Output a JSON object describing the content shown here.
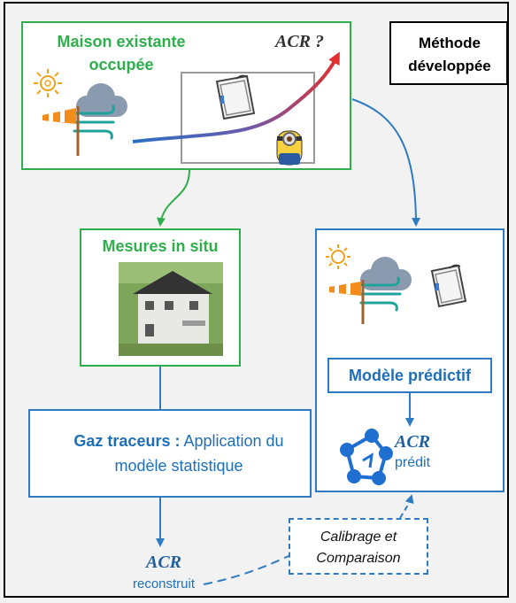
{
  "method_title": "Méthode développée",
  "existing_house": {
    "title": "Maison existante occupée",
    "acr_label": "ACR ?"
  },
  "in_situ": {
    "title": "Mesures in situ"
  },
  "tracer": {
    "bold": "Gaz traceurs :",
    "rest": "Application du modèle statistique"
  },
  "reconstructed": {
    "acr": "ACR",
    "label": "reconstruit"
  },
  "predictive": {
    "title": "Modèle prédictif",
    "acr": "ACR",
    "label": "prédit"
  },
  "calibration": {
    "label": "Calibrage et Comparaison"
  },
  "colors": {
    "green": "#2fae4c",
    "blue": "#2e7bc4",
    "sun": "#f0a21b",
    "cloud": "#8a9bb0",
    "windsock": "#f28c1b",
    "wind": "#1fa39a"
  },
  "icons": [
    "sun-icon",
    "cloud-icon",
    "windsock-icon",
    "window-icon",
    "minion-icon",
    "house-photo",
    "ai-network-icon"
  ]
}
